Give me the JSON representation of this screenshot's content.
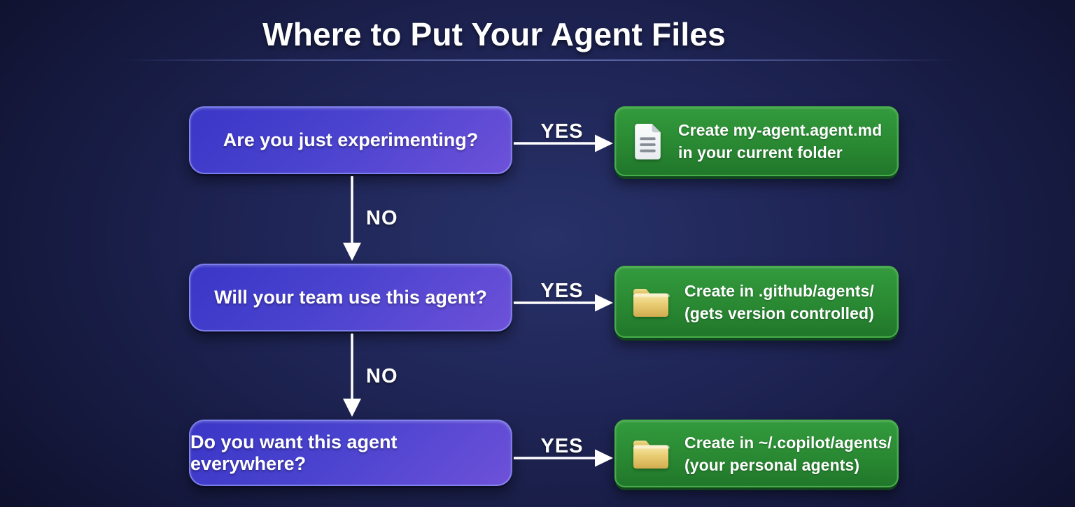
{
  "header": {
    "title": "Where to Put Your Agent Files"
  },
  "flow": {
    "questions": [
      {
        "label": "Are you just experimenting?"
      },
      {
        "label": "Will your team use this agent?"
      },
      {
        "label": "Do you want this agent everywhere?"
      }
    ],
    "results": [
      {
        "icon": "document-icon",
        "line1": "Create my-agent.agent.md",
        "line2": "in your current folder"
      },
      {
        "icon": "folder-icon",
        "line1": "Create in .github/agents/",
        "line2": "(gets version controlled)"
      },
      {
        "icon": "folder-icon",
        "line1": "Create in ~/.copilot/agents/",
        "line2": "(your personal agents)"
      }
    ],
    "yes_labels": [
      "YES",
      "YES",
      "YES"
    ],
    "no_labels": [
      "NO",
      "NO"
    ]
  },
  "colors": {
    "background_center": "#283269",
    "background_edge": "#0a0b20",
    "question_box_gradient_start": "#3a36c7",
    "question_box_gradient_end": "#6e51d9",
    "question_box_border": "#9098f6",
    "result_box_gradient_start": "#339b3d",
    "result_box_gradient_end": "#20772a",
    "result_box_border": "#46ae49",
    "arrow_color": "#ffffff",
    "title_color": "#ffffff",
    "folder_icon_color": "#e9c968",
    "document_icon_color": "#f3f5f8"
  }
}
